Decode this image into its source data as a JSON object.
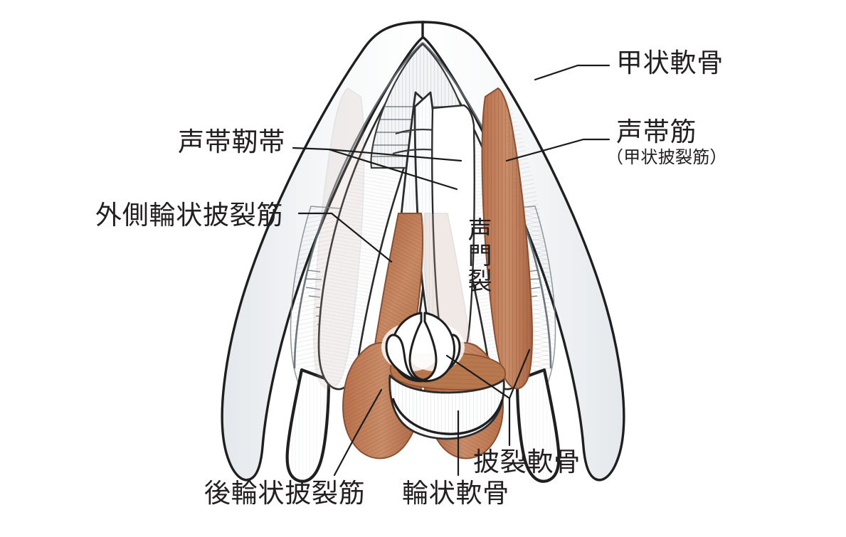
{
  "figure": {
    "kind": "anatomical-illustration",
    "subject": "larynx-superior-view",
    "background_color": "#ffffff",
    "ink_color": "#231f20",
    "cartilage_color": "#f4f5f7",
    "cartilage_shade_color": "#9aa3ad",
    "muscle_color": "#c08360",
    "muscle_dark_color": "#9c5f3d",
    "muscle_light_color": "#d9a783",
    "leader_color": "#1a1a1a"
  },
  "labels": {
    "thyroid_cartilage": "甲状軟骨",
    "vocalis_muscle": "声帯筋",
    "vocalis_muscle_alt": "（甲状披裂筋）",
    "vocal_ligament": "声帯靭帯",
    "lateral_cricoarytenoid": "外側輪状披裂筋",
    "rima_glottidis": "声門裂",
    "arytenoid_cartilage": "披裂軟骨",
    "posterior_cricoarytenoid": "後輪状披裂筋",
    "cricoid_cartilage": "輪状軟骨"
  }
}
